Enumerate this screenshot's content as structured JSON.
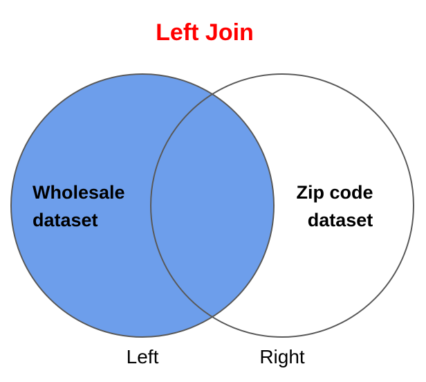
{
  "title": "Left Join",
  "left_set": {
    "line1": "Wholesale",
    "line2": "dataset"
  },
  "right_set": {
    "line1": "Zip code",
    "line2": "dataset"
  },
  "left_caption": "Left",
  "right_caption": "Right",
  "colors": {
    "title": "#ff0000",
    "left_fill": "#6d9eeb",
    "right_fill": "#ffffff",
    "outline": "#595959"
  }
}
